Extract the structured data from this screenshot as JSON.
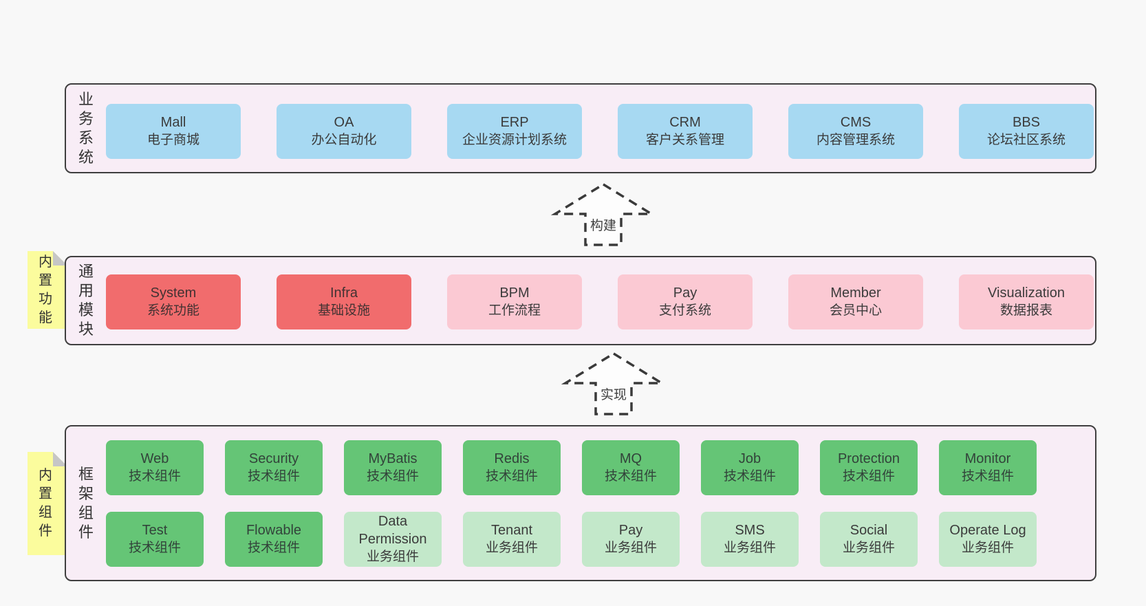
{
  "colors": {
    "page_bg": "#f8f8f8",
    "panel_fill": "#f8edf6",
    "panel_border": "#3f3f3f",
    "blue_box": "#a7d9f2",
    "red_box": "#f16c6d",
    "pink_box": "#fbc9d3",
    "green_box": "#65c576",
    "light_green_box": "#c3e8ca",
    "note_yellow": "#fbfc9d",
    "note_fold": "#c6c6c6",
    "arrow_stroke": "#3a3a3a"
  },
  "business": {
    "label": "业务系统",
    "items": [
      {
        "en": "Mall",
        "zh": "电子商城",
        "variant": "blue"
      },
      {
        "en": "OA",
        "zh": "办公自动化",
        "variant": "blue"
      },
      {
        "en": "ERP",
        "zh": "企业资源计划系统",
        "variant": "blue"
      },
      {
        "en": "CRM",
        "zh": "客户关系管理",
        "variant": "blue"
      },
      {
        "en": "CMS",
        "zh": "内容管理系统",
        "variant": "blue"
      },
      {
        "en": "BBS",
        "zh": "论坛社区系统",
        "variant": "blue"
      }
    ]
  },
  "arrows": {
    "build": "构建",
    "implement": "实现"
  },
  "modules": {
    "note": "内置功能",
    "label": "通用模块",
    "items": [
      {
        "en": "System",
        "zh": "系统功能",
        "variant": "strong"
      },
      {
        "en": "Infra",
        "zh": "基础设施",
        "variant": "strong"
      },
      {
        "en": "BPM",
        "zh": "工作流程",
        "variant": "light"
      },
      {
        "en": "Pay",
        "zh": "支付系统",
        "variant": "light"
      },
      {
        "en": "Member",
        "zh": "会员中心",
        "variant": "light"
      },
      {
        "en": "Visualization",
        "zh": "数据报表",
        "variant": "light"
      }
    ]
  },
  "components": {
    "note": "内置组件",
    "label": "框架组件",
    "row1": [
      {
        "en": "Web",
        "zh": "技术组件",
        "variant": "tech"
      },
      {
        "en": "Security",
        "zh": "技术组件",
        "variant": "tech"
      },
      {
        "en": "MyBatis",
        "zh": "技术组件",
        "variant": "tech"
      },
      {
        "en": "Redis",
        "zh": "技术组件",
        "variant": "tech"
      },
      {
        "en": "MQ",
        "zh": "技术组件",
        "variant": "tech"
      },
      {
        "en": "Job",
        "zh": "技术组件",
        "variant": "tech"
      },
      {
        "en": "Protection",
        "zh": "技术组件",
        "variant": "tech"
      },
      {
        "en": "Monitor",
        "zh": "技术组件",
        "variant": "tech"
      }
    ],
    "row2": [
      {
        "en": "Test",
        "zh": "技术组件",
        "variant": "tech"
      },
      {
        "en": "Flowable",
        "zh": "技术组件",
        "variant": "tech"
      },
      {
        "en": "Data Permission",
        "zh": "业务组件",
        "variant": "biz"
      },
      {
        "en": "Tenant",
        "zh": "业务组件",
        "variant": "biz"
      },
      {
        "en": "Pay",
        "zh": "业务组件",
        "variant": "biz"
      },
      {
        "en": "SMS",
        "zh": "业务组件",
        "variant": "biz"
      },
      {
        "en": "Social",
        "zh": "业务组件",
        "variant": "biz"
      },
      {
        "en": "Operate Log",
        "zh": "业务组件",
        "variant": "biz"
      }
    ]
  }
}
